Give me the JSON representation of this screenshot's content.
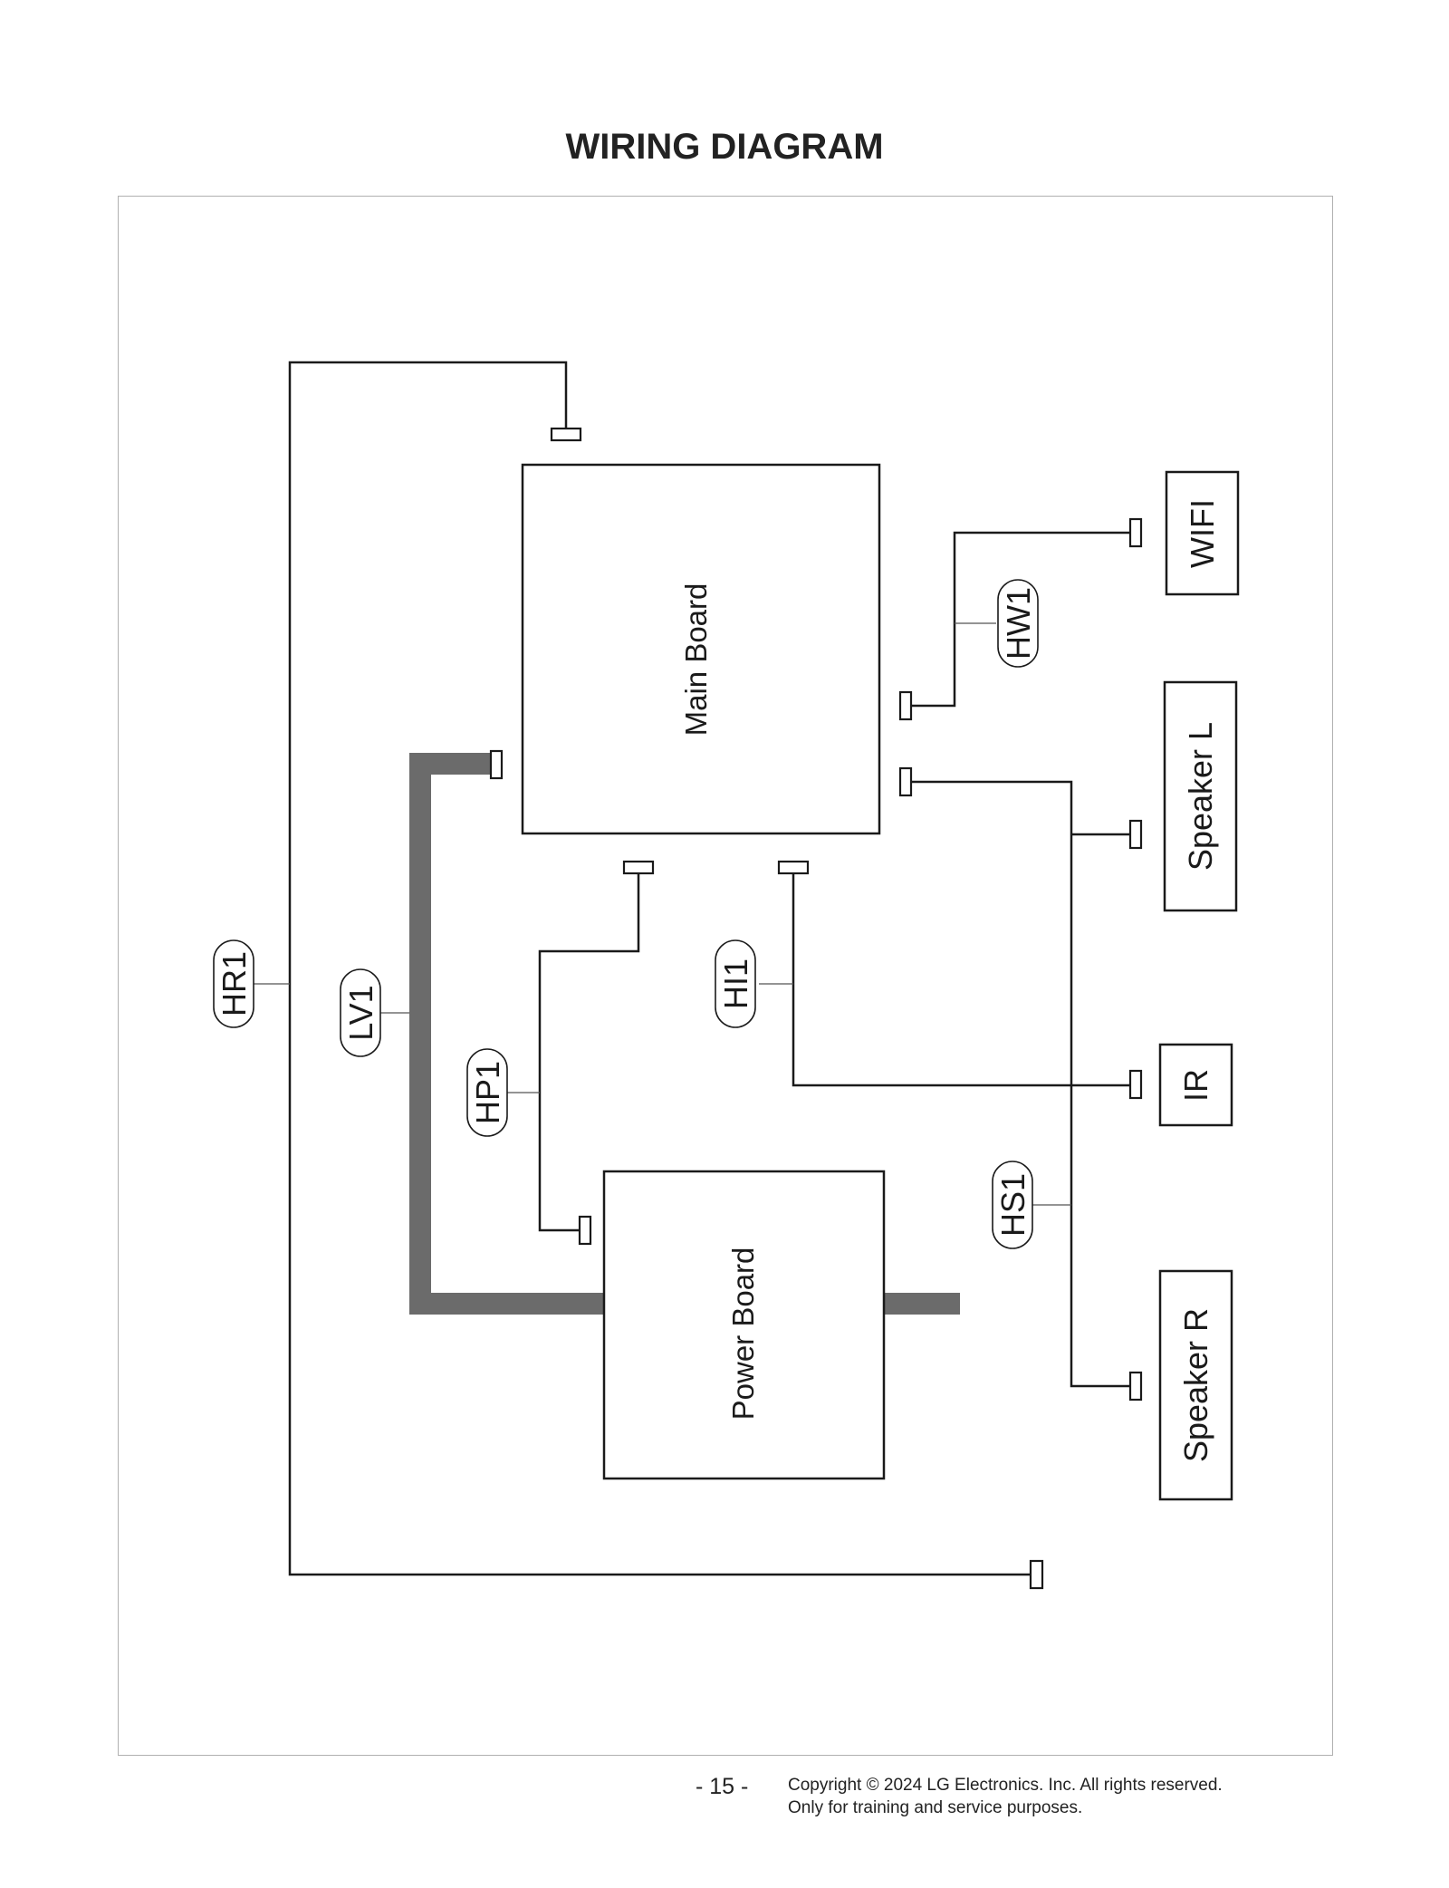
{
  "title": "WIRING DIAGRAM",
  "boards": {
    "main": "Main Board",
    "power": "Power Board"
  },
  "peripherals": {
    "wifi": "WIFI",
    "speaker_l": "Speaker L",
    "ir": "IR",
    "speaker_r": "Speaker R"
  },
  "harnesses": {
    "hr1": "HR1",
    "lv1": "LV1",
    "hp1": "HP1",
    "hi1": "HI1",
    "hw1": "HW1",
    "hs1": "HS1"
  },
  "footer": {
    "page_number": "- 15 -",
    "copyright": "Copyright  © 2024 LG Electronics. Inc. All rights reserved.",
    "note": "Only for training and service purposes."
  },
  "colors": {
    "line": "#1a1a1a",
    "bus": "#6b6b6b",
    "frame": "#b0b0b0"
  }
}
